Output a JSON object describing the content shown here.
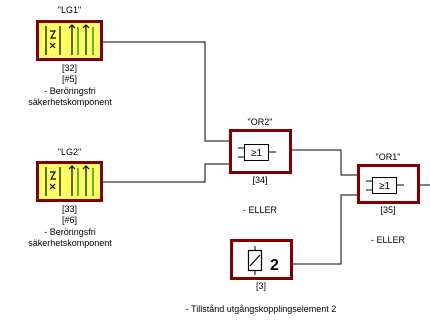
{
  "colors": {
    "block_border": "#800000",
    "lightgrid_fill": "#ffff66",
    "function_fill": "#ffffff",
    "wire": "#000000"
  },
  "blocks": {
    "lg1": {
      "name": "\"LG1\"",
      "index": "[32]",
      "ref": "[#5]",
      "desc1": "- Beröringsfri",
      "desc2": "säkerhetskomponent",
      "icon": "light-curtain-icon"
    },
    "lg2": {
      "name": "\"LG2\"",
      "index": "[33]",
      "ref": "[#6]",
      "desc1": "- Beröringsfri",
      "desc2": "säkerhetskomponent",
      "icon": "light-curtain-icon"
    },
    "or2": {
      "name": "\"OR2\"",
      "symbol": "≥1",
      "index": "[34]",
      "desc": "- ELLER",
      "icon": "or-gate-icon"
    },
    "or1": {
      "name": "\"OR1\"",
      "symbol": "≥1",
      "index": "[35]",
      "desc": "- ELLER",
      "icon": "or-gate-icon"
    },
    "out2": {
      "symbol": "2",
      "index": "[3]",
      "desc": "- Tillstånd utgångskopplingselement 2",
      "icon": "switching-element-icon"
    }
  }
}
